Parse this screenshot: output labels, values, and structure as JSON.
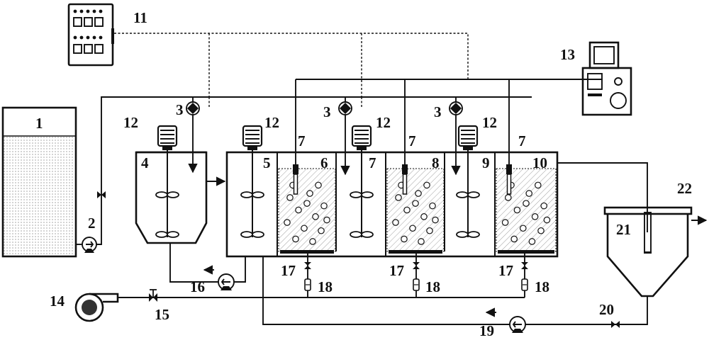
{
  "labels": {
    "n1": "1",
    "n2": "2",
    "n3a": "3",
    "n3b": "3",
    "n3c": "3",
    "n4": "4",
    "n5": "5",
    "n6": "6",
    "n7a": "7",
    "n7b": "7",
    "n7c": "7",
    "n7d": "7",
    "n8": "8",
    "n9": "9",
    "n10": "10",
    "n11": "11",
    "n12a": "12",
    "n12b": "12",
    "n12c": "12",
    "n12d": "12",
    "n13": "13",
    "n14": "14",
    "n15": "15",
    "n16": "16",
    "n17a": "17",
    "n17b": "17",
    "n17c": "17",
    "n18a": "18",
    "n18b": "18",
    "n18c": "18",
    "n19": "19",
    "n20": "20",
    "n21": "21",
    "n22": "22"
  },
  "components": {
    "tank_1": "raw-water-tank",
    "pump_2": "feed-pump",
    "dosing_pump_3": "dosing-pump",
    "tank_4": "mixing-tank",
    "reactor": "multi-compartment-reactor",
    "probe_7": "sensor-probe",
    "controller_11": "control-cabinet",
    "motor_12": "stirrer-motor",
    "computer_13": "monitoring-computer",
    "blower_14": "air-blower",
    "valve_15": "air-valve",
    "pump_16": "return-pump",
    "valve_17": "aeration-valve",
    "flowmeter_18": "gas-flowmeter",
    "pump_19": "sludge-return-pump",
    "valve_20": "sludge-valve",
    "settler_21": "settling-tank",
    "outlet_22": "effluent-outlet"
  }
}
